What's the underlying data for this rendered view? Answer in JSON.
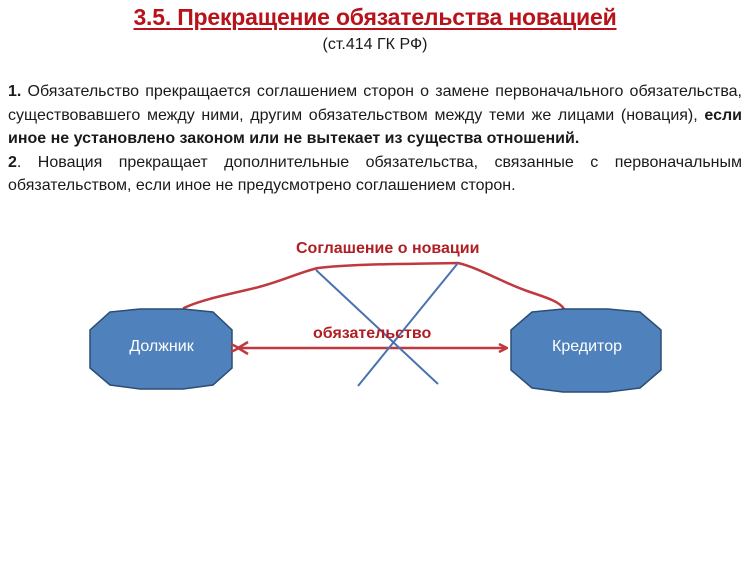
{
  "slide": {
    "title": "3.5. Прекращение обязательства новацией",
    "subtitle": "(ст.414 ГК РФ)",
    "paragraphs": [
      {
        "number": "1.",
        "text_regular": " Обязательство прекращается соглашением сторон о замене первоначального обязательства, существовавшего между ними, другим обязательством между теми же лицами (новация), ",
        "text_bold": "если иное не установлено законом или не вытекает из существа отношений."
      },
      {
        "number": "2",
        "text_regular": ". Новация прекращает дополнительные обязательства, связанные с первоначальным обязательством, если иное не предусмотрено соглашением сторон."
      }
    ]
  },
  "diagram": {
    "agreement_label": "Соглашение о новации",
    "obligation_label": "обязательство",
    "nodes": {
      "debtor": "Должник",
      "creditor": "Кредитор"
    },
    "colors": {
      "title_red": "#b8121b",
      "line_red": "#c0393e",
      "node_fill": "#4f81bd",
      "node_stroke": "#2c4d75",
      "cross_blue": "#4a72b0"
    }
  }
}
